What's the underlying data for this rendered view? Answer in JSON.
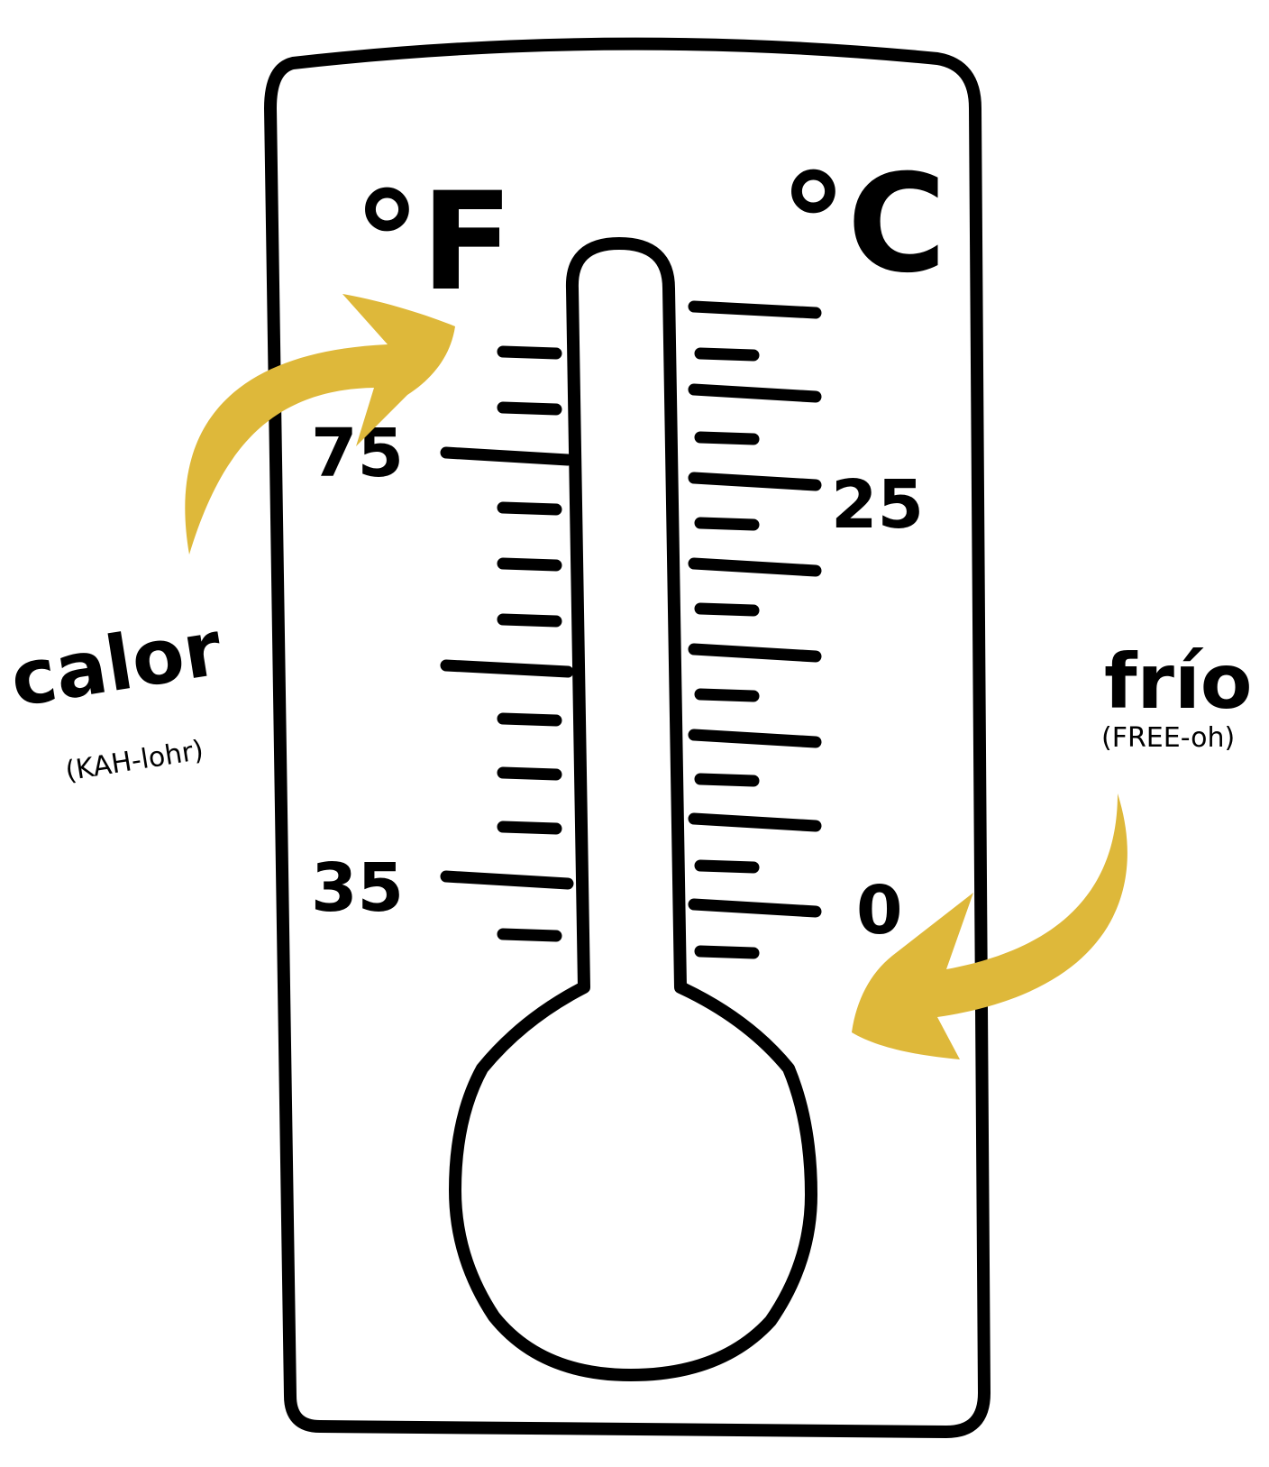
{
  "thermometer": {
    "fahrenheit_unit": "°F",
    "celsius_unit": "°C",
    "fahrenheit_labels": [
      "75",
      "35"
    ],
    "celsius_labels": [
      "25",
      "0"
    ]
  },
  "words": {
    "hot": {
      "word": "calor",
      "pronunciation": "(KAH-lohr)"
    },
    "cold": {
      "word": "frío",
      "pronunciation": "(FREE-oh)"
    }
  },
  "colors": {
    "arrow": "#deb83a",
    "ink": "#000000",
    "background": "#ffffff"
  }
}
